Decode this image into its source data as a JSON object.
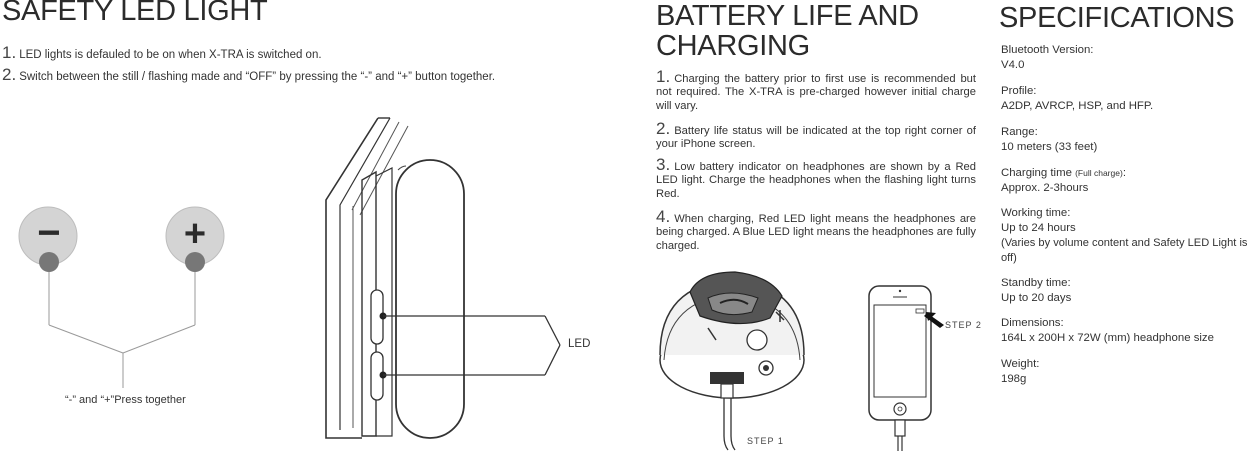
{
  "safety": {
    "title": "SAFETY LED LIGHT",
    "items": [
      {
        "num": "1.",
        "text": "LED lights is defauled to be on when X-TRA is switched on."
      },
      {
        "num": "2.",
        "text": "Switch between the still / flashing made and “OFF” by pressing the “-” and “+” button together."
      }
    ],
    "minus_symbol": "−",
    "plus_symbol": "+",
    "press_caption": "“-” and “+”Press together",
    "led_label": "LED"
  },
  "battery": {
    "title_line1": "BATTERY LIFE AND",
    "title_line2": "CHARGING",
    "items": [
      {
        "num": "1.",
        "text": "Charging the battery prior to first use is recommended but not required. The X-TRA is pre-charged however initial charge will vary."
      },
      {
        "num": "2.",
        "text": "Battery life status will be indicated at the top right corner of your iPhone screen."
      },
      {
        "num": "3.",
        "text": "Low battery indicator on headphones are shown by a Red LED light. Charge the headphones when the flashing light turns Red."
      },
      {
        "num": "4.",
        "text": "When charging, Red LED light means the headphones are being charged.  A Blue LED light means the headphones are fully charged."
      }
    ],
    "step1": "STEP 1",
    "step2": "STEP 2"
  },
  "specs": {
    "title": "SPECIFICATIONS",
    "bluetooth_label": "Bluetooth Version:",
    "bluetooth_value": "V4.0",
    "profile_label": "Profile:",
    "profile_value": "A2DP, AVRCP, HSP, and HFP.",
    "range_label": "Range:",
    "range_value": "10 meters (33 feet)",
    "charging_label": "Charging time",
    "charging_note": "(Full charge)",
    "charging_colon": ":",
    "charging_value": "Approx. 2-3hours",
    "working_label": "Working time:",
    "working_value": "Up to 24 hours",
    "working_note": "(Varies by volume content and Safety LED Light is off)",
    "standby_label": "Standby time:",
    "standby_value": "Up to 20 days",
    "dimensions_label": "Dimensions:",
    "dimensions_value": "164L x 200H x 72W (mm) headphone size",
    "weight_label": "Weight:",
    "weight_value": "198g"
  }
}
